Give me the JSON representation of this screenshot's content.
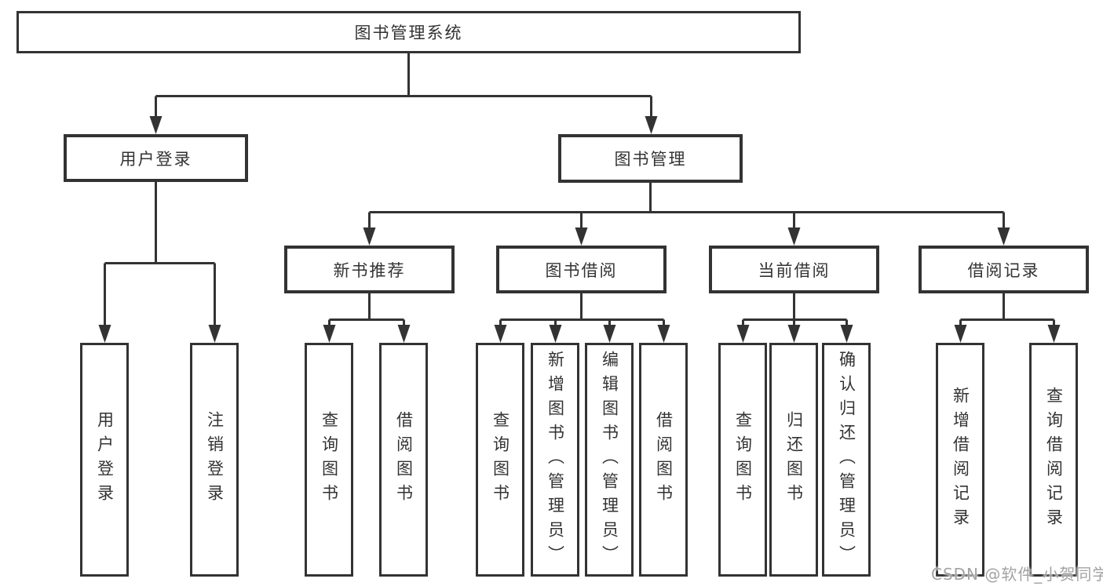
{
  "diagram": {
    "type": "hierarchy-tree",
    "tree": {
      "root": {
        "label": "图书管理系统",
        "children": [
          {
            "label": "用户登录",
            "children": [
              {
                "label": "用户登录"
              },
              {
                "label": "注销登录"
              }
            ]
          },
          {
            "label": "图书管理",
            "children": [
              {
                "label": "新书推荐",
                "children": [
                  {
                    "label": "查询图书"
                  },
                  {
                    "label": "借阅图书"
                  }
                ]
              },
              {
                "label": "图书借阅",
                "children": [
                  {
                    "label": "查询图书"
                  },
                  {
                    "label": "新增图书（管理员）"
                  },
                  {
                    "label": "编辑图书（管理员）"
                  },
                  {
                    "label": "借阅图书"
                  }
                ]
              },
              {
                "label": "当前借阅",
                "children": [
                  {
                    "label": "查询图书"
                  },
                  {
                    "label": "归还图书"
                  },
                  {
                    "label": "确认归还（管理员）"
                  }
                ]
              },
              {
                "label": "借阅记录",
                "children": [
                  {
                    "label": "新增借阅记录"
                  },
                  {
                    "label": "查询借阅记录"
                  }
                ]
              }
            ]
          }
        ]
      }
    },
    "colors": {
      "line": "#333333",
      "text": "#333333",
      "box_background": "#ffffff",
      "page_background": "#ffffff",
      "watermark": "#a3a3a3"
    }
  },
  "watermark": {
    "text": "CSDN @软件_小贺同学"
  }
}
